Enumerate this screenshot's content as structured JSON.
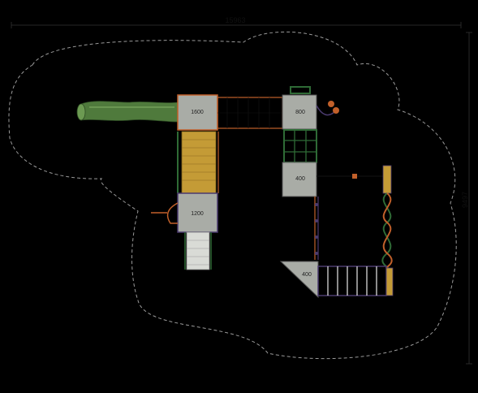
{
  "dimensions": {
    "width_label": "15963",
    "height_label": "9497"
  },
  "decks": {
    "deck_1600": "1600",
    "deck_800": "800",
    "deck_400_upper": "400",
    "deck_1200": "1200",
    "deck_400_lower": "400"
  },
  "colors": {
    "background": "#000000",
    "deck_fill": "#a9aca6",
    "deck_border": "#555555",
    "slide_green": "#4f7a3c",
    "frame_orange": "#c2602a",
    "ladder_green": "#2f6b36",
    "chain_purple": "#4a3a6e",
    "wood_yellow": "#c49b36",
    "safety_zone": "#9a9a9a"
  },
  "icons": {
    "steering_wheel": "steering-wheel-icon",
    "telescope": "telescope-icon"
  }
}
